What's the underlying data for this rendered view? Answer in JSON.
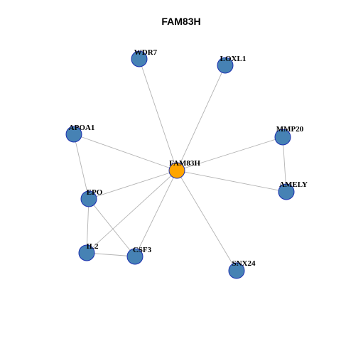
{
  "title": "FAM83H",
  "colors": {
    "hub": "#FFA500",
    "node": "#4682B4",
    "node_border": "#1C2FB0",
    "edge": "#B3B3B3"
  },
  "nodes": [
    {
      "id": "FAM83H",
      "label": "FAM83H",
      "hub": true
    },
    {
      "id": "WDR7",
      "label": "WDR7"
    },
    {
      "id": "LOXL1",
      "label": "LOXL1"
    },
    {
      "id": "APOA1",
      "label": "APOA1"
    },
    {
      "id": "MMP20",
      "label": "MMP20"
    },
    {
      "id": "EPO",
      "label": "EPO"
    },
    {
      "id": "AMELY",
      "label": "AMELY"
    },
    {
      "id": "IL2",
      "label": "IL2"
    },
    {
      "id": "CSF3",
      "label": "CSF3"
    },
    {
      "id": "SNX24",
      "label": "SNX24"
    }
  ],
  "edges": [
    [
      "FAM83H",
      "WDR7"
    ],
    [
      "FAM83H",
      "LOXL1"
    ],
    [
      "FAM83H",
      "APOA1"
    ],
    [
      "FAM83H",
      "MMP20"
    ],
    [
      "FAM83H",
      "EPO"
    ],
    [
      "FAM83H",
      "AMELY"
    ],
    [
      "FAM83H",
      "IL2"
    ],
    [
      "FAM83H",
      "CSF3"
    ],
    [
      "FAM83H",
      "SNX24"
    ],
    [
      "APOA1",
      "EPO"
    ],
    [
      "MMP20",
      "AMELY"
    ],
    [
      "EPO",
      "IL2"
    ],
    [
      "EPO",
      "CSF3"
    ],
    [
      "IL2",
      "CSF3"
    ]
  ]
}
